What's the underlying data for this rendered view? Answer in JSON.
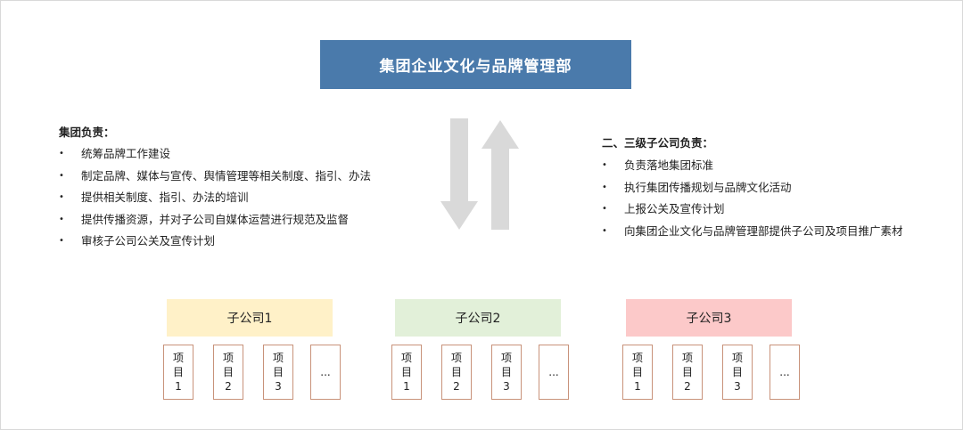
{
  "header": {
    "title": "集团企业文化与品牌管理部"
  },
  "group_resp": {
    "title": "集团负责：",
    "items": [
      "统筹品牌工作建设",
      "制定品牌、媒体与宣传、舆情管理等相关制度、指引、办法",
      "提供相关制度、指引、办法的培训",
      "提供传播资源，并对子公司自媒体运营进行规范及监督",
      "审核子公司公关及宣传计划"
    ]
  },
  "sub_resp": {
    "title": "二、三级子公司负责：",
    "items": [
      "负责落地集团标准",
      "执行集团传播规划与品牌文化活动",
      "上报公关及宣传计划",
      "向集团企业文化与品牌管理部提供子公司及项目推广素材"
    ]
  },
  "subsidiaries": [
    {
      "name": "子公司1",
      "color": "#fff1c8"
    },
    {
      "name": "子公司2",
      "color": "#e2f0d9"
    },
    {
      "name": "子公司3",
      "color": "#fcc9c9"
    }
  ],
  "project": {
    "line1": "项",
    "line2": "目",
    "nums": [
      "1",
      "2",
      "3"
    ],
    "more": "..."
  },
  "colors": {
    "header_bg": "#4a7aab",
    "arrow": "#d9d9d9",
    "project_border": "#c8927a"
  }
}
